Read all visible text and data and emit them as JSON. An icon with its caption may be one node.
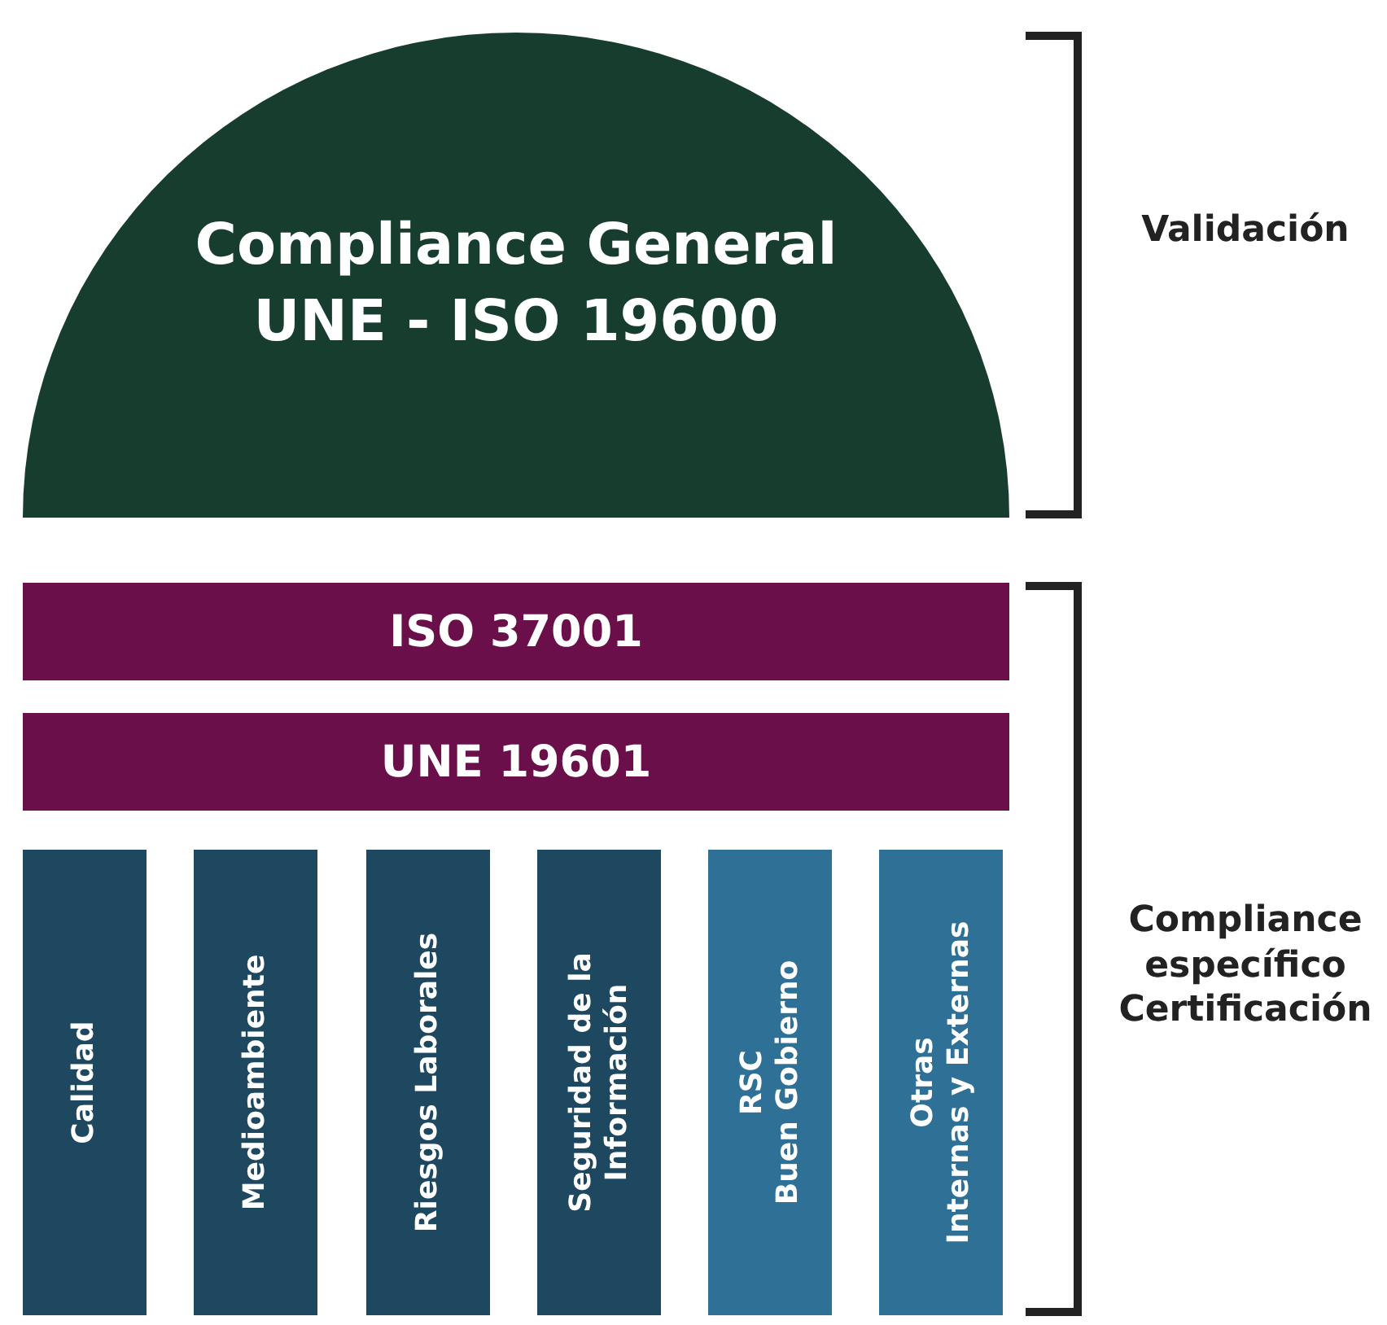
{
  "diagram": {
    "nodes": [
      {
        "text": [
          "Compliance General",
          "UNE - ISO 19600"
        ]
      },
      {
        "text": [
          "ISO 37001"
        ]
      },
      {
        "text": [
          "UNE 19601"
        ]
      },
      {
        "text": [
          "Calidad"
        ]
      },
      {
        "text": [
          "Medioambiente"
        ]
      },
      {
        "text": [
          "Riesgos Laborales"
        ]
      },
      {
        "text": [
          "Seguridad de la Información"
        ]
      },
      {
        "text": [
          "RSC",
          "Buen Gobierno"
        ]
      },
      {
        "text": [
          "Otras",
          "Internas y Externas"
        ]
      }
    ],
    "labels": [
      "Validación",
      "Compliance específico Certificación"
    ]
  }
}
